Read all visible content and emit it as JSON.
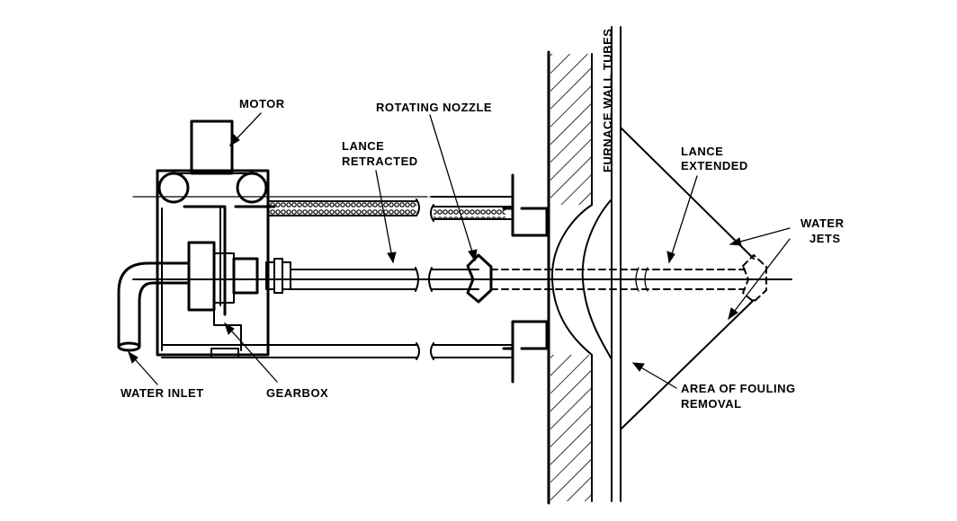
{
  "labels": {
    "motor": "MOTOR",
    "rotating_nozzle": "ROTATING NOZZLE",
    "lance_retracted_1": "LANCE",
    "lance_retracted_2": "RETRACTED",
    "lance_extended_1": "LANCE",
    "lance_extended_2": "EXTENDED",
    "furnace_wall_tubes": "FURNACE WALL TUBES",
    "water_jets_1": "WATER",
    "water_jets_2": "JETS",
    "water_inlet": "WATER INLET",
    "gearbox": "GEARBOX",
    "fouling_1": "AREA OF FOULING",
    "fouling_2": "REMOVAL"
  }
}
